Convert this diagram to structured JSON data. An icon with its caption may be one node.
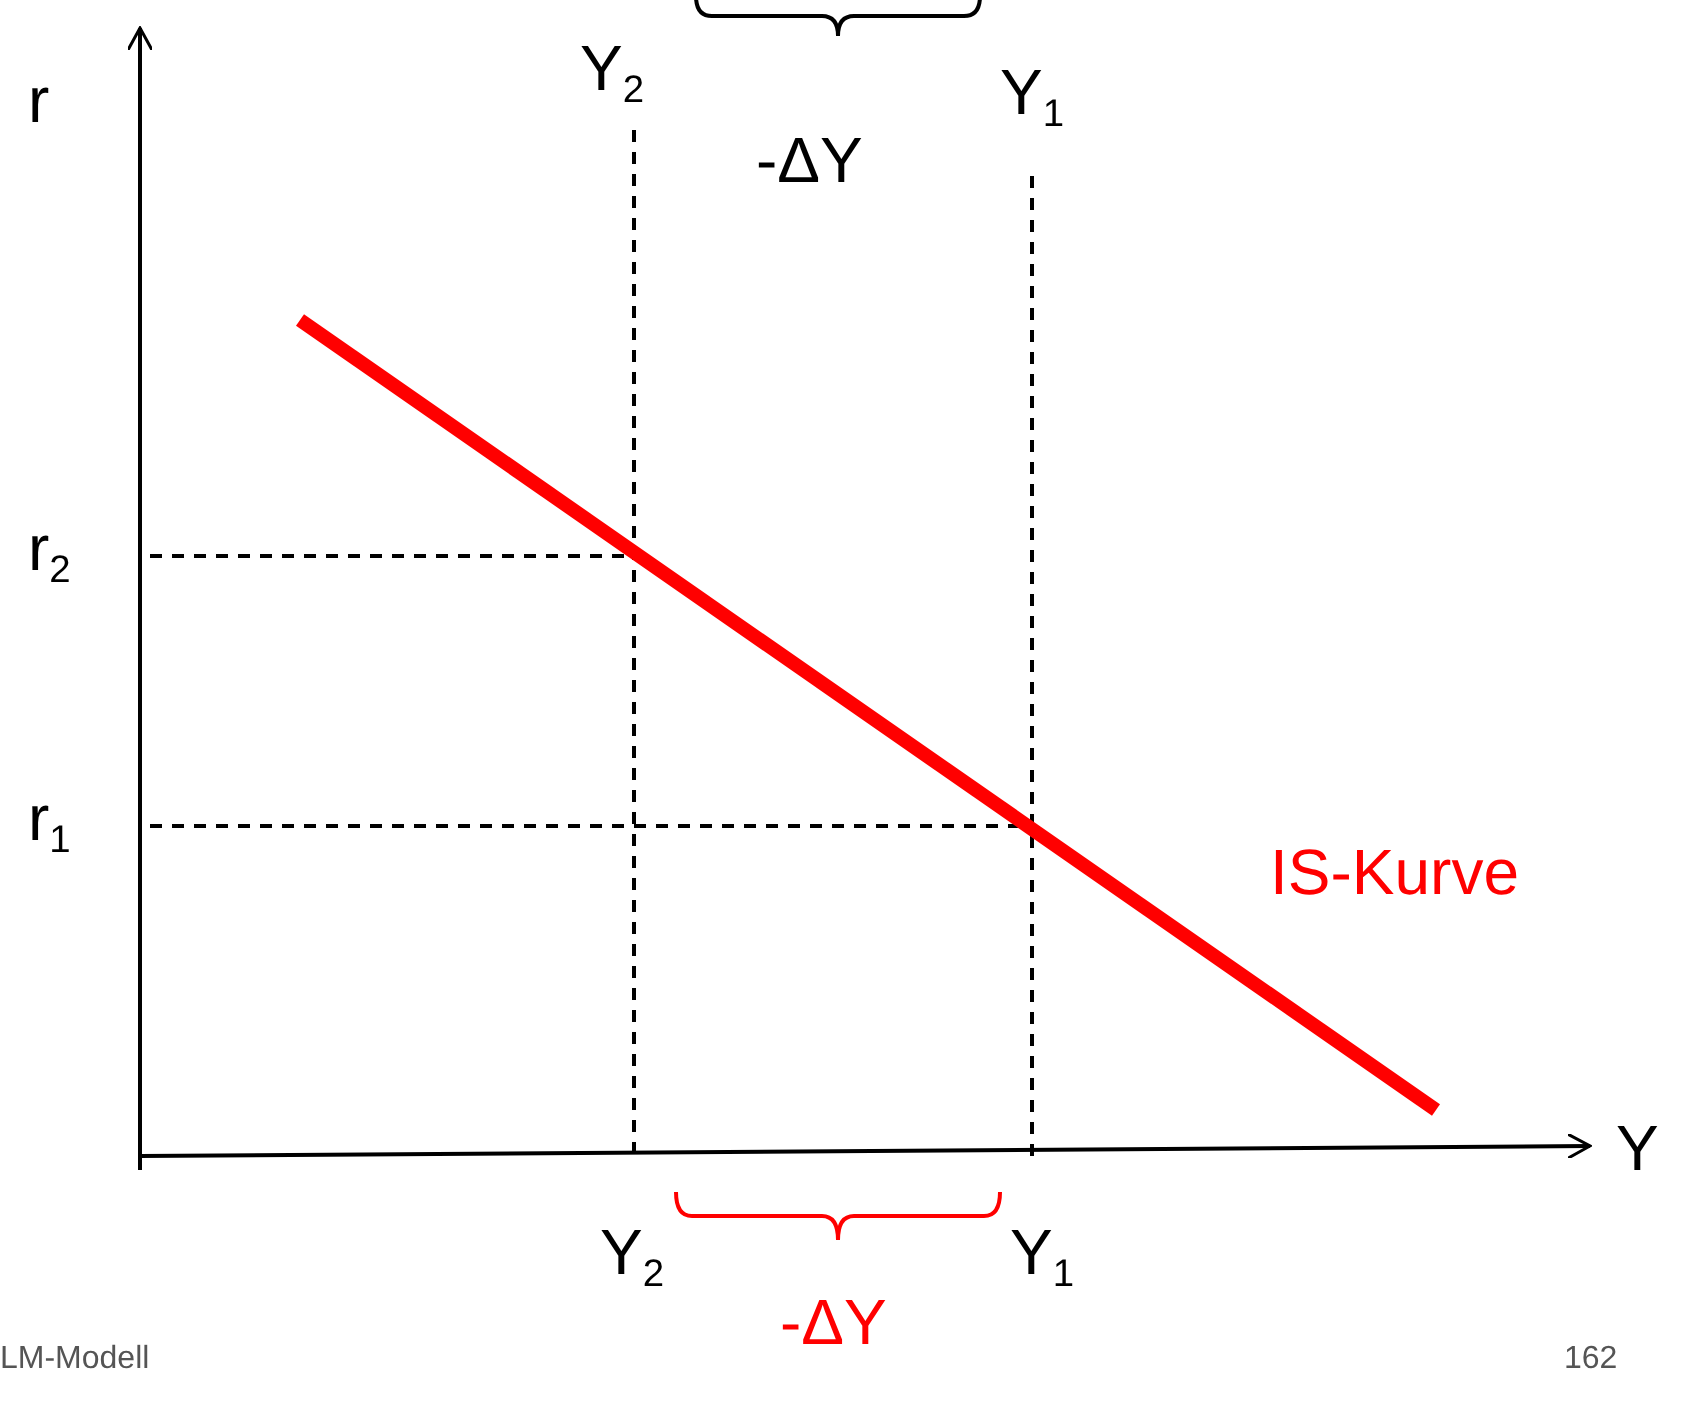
{
  "diagram": {
    "labels": [
      "r",
      "Y$_{2}$",
      "Y$_{1}$",
      "-ΔY",
      "r$_{2}$",
      "r$_{1}$",
      "IS-Kurve",
      "Y",
      "Y$_{2}$",
      "Y$_{1}$",
      "-ΔY",
      "LM-Modell",
      "162"
    ]
  }
}
